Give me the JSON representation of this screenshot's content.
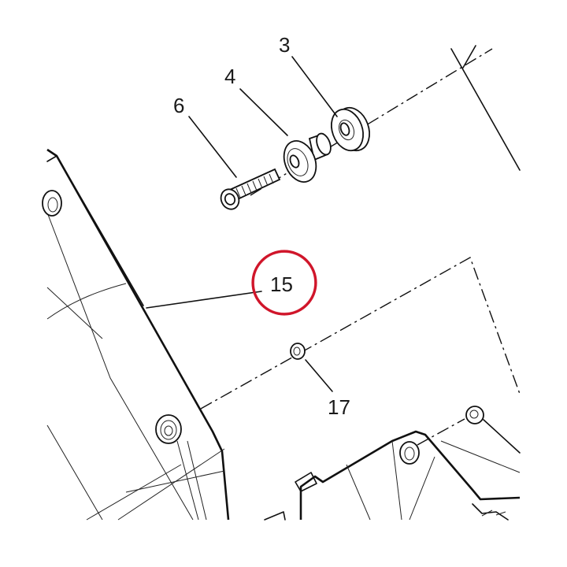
{
  "callouts": {
    "c3": "3",
    "c4": "4",
    "c6": "6",
    "c15": "15",
    "c17": "17"
  },
  "highlight_color": "#d0152a"
}
